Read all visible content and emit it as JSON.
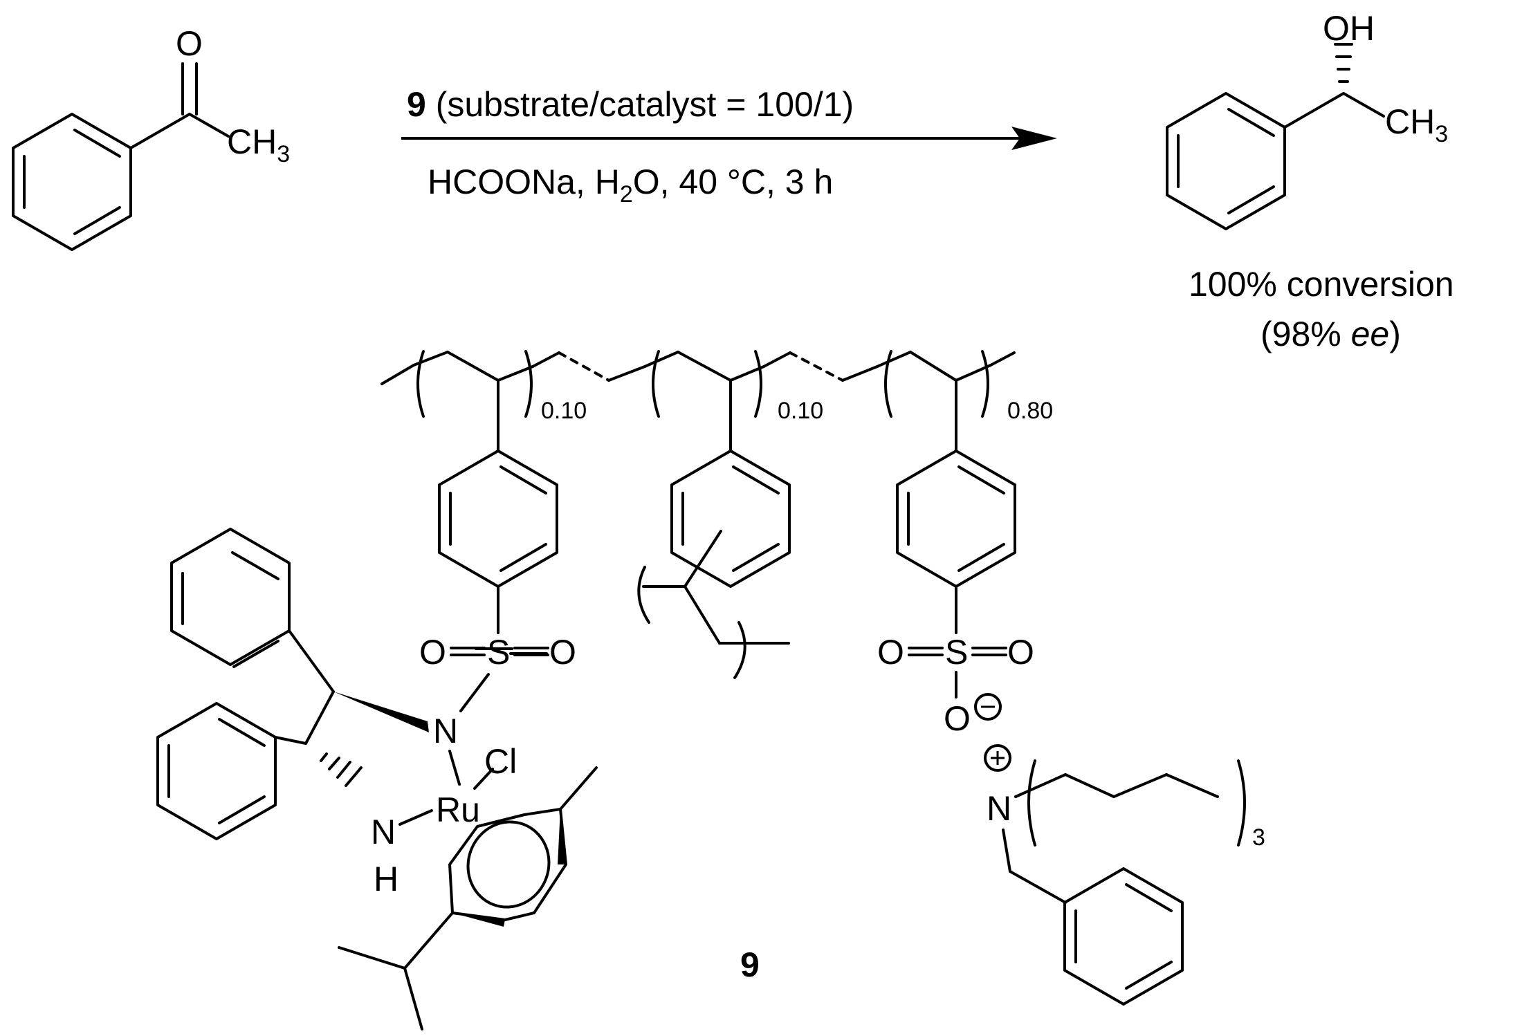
{
  "reaction": {
    "reagent_id": "9",
    "conditions_top": " (substrate/catalyst = 100/1)",
    "cond_bottom_1": "HCOONa, H",
    "cond_bottom_sub": "2",
    "cond_bottom_2": "O, 40 °C, 3 h"
  },
  "reactant": {
    "O": "O",
    "CH": "CH",
    "sub3": "3"
  },
  "product": {
    "OH": "OH",
    "CH": "CH",
    "sub3": "3",
    "result_line1": "100% conversion",
    "result_line2_a": "(98% ",
    "result_line2_ee": "ee",
    "result_line2_b": ")"
  },
  "polymer": {
    "x1": "0.10",
    "x2": "0.10",
    "x3": "0.80",
    "O": "O",
    "S": "S",
    "N": "N",
    "Cl": "Cl",
    "Ru": "Ru",
    "H": "H",
    "N_plus": "N",
    "sub_3": "3",
    "compound_label": "9"
  }
}
